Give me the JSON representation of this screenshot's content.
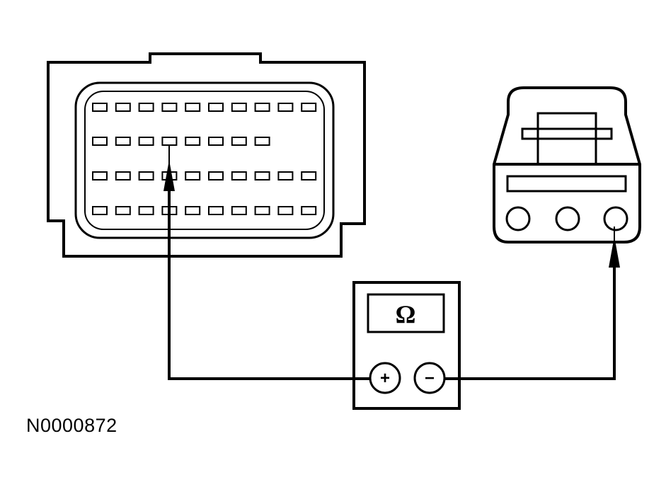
{
  "figure_id": "N0000872",
  "meter": {
    "display_symbol": "Ω",
    "positive_label": "+",
    "negative_label": "−"
  },
  "colors": {
    "line": "#000000",
    "background": "#ffffff"
  },
  "components": {
    "left_connector": "multi-pin-connector",
    "right_connector": "three-pin-connector",
    "meter": "ohmmeter"
  }
}
